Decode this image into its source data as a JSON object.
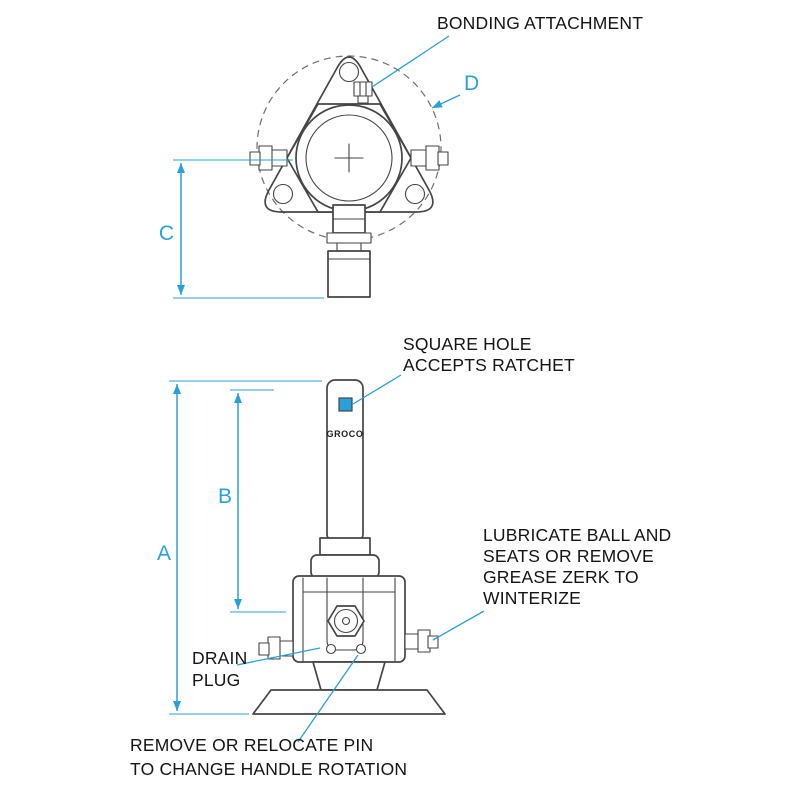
{
  "colors": {
    "drawing_line": "#454545",
    "dimension_blue": "#2aa0d8",
    "text": "#141414",
    "square_hole_fill": "#2aa0d8"
  },
  "top_view": {
    "bonding_label": "BONDING ATTACHMENT",
    "dim_d": "D",
    "dim_c": "C"
  },
  "side_view": {
    "dim_a": "A",
    "dim_b": "B",
    "brand": "GROCO",
    "square_hole_label": [
      "SQUARE HOLE",
      "ACCEPTS RATCHET"
    ],
    "lubricate_label": [
      "LUBRICATE BALL AND",
      "SEATS OR REMOVE",
      "GREASE ZERK TO",
      "WINTERIZE"
    ],
    "drain_label": [
      "DRAIN",
      "PLUG"
    ],
    "pin_label": [
      "REMOVE OR RELOCATE PIN",
      "TO CHANGE HANDLE ROTATION"
    ]
  }
}
